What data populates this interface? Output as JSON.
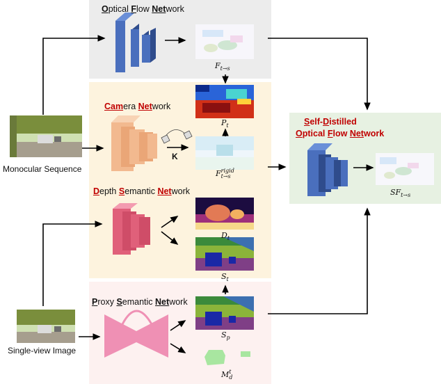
{
  "optical_flow": {
    "title_letters": [
      "O",
      "ptical ",
      "F",
      "low ",
      "Net",
      "work"
    ],
    "label_main": "F",
    "label_sub": "t→s"
  },
  "camera": {
    "title_letters": [
      "Cam",
      "era ",
      "Net",
      "work"
    ],
    "k_label": "K"
  },
  "depth": {
    "title_letters": [
      "D",
      "epth ",
      "S",
      "emantic ",
      "Net",
      "work"
    ]
  },
  "proxy": {
    "title_letters": [
      "P",
      "roxy ",
      "S",
      "emantic ",
      "Net",
      "work"
    ]
  },
  "self_distilled": {
    "title_line1": [
      "S",
      "elf-",
      "D",
      "istilled"
    ],
    "title_line2": [
      "O",
      "ptical ",
      "F",
      "low ",
      "Net",
      "work"
    ],
    "label_main": "SF",
    "label_sub": "t→s"
  },
  "inputs": {
    "monocular": "Monocular Sequence",
    "single_view": "Single-view Image"
  },
  "outputs": {
    "pt": {
      "main": "P",
      "sub": "t"
    },
    "frigid": {
      "main": "F",
      "sup": "rigid",
      "sub": "t→s"
    },
    "dt": {
      "main": "D",
      "sub": "t"
    },
    "st": {
      "main": "S",
      "sub": "t"
    },
    "sp": {
      "main": "S",
      "sub": "p"
    },
    "md": {
      "main": "M",
      "sup": "t",
      "sub": "d"
    }
  },
  "colors": {
    "flow_panel": "#ececec",
    "cam_depth_panel": "#fdf3de",
    "proxy_panel": "#fdf1f0",
    "self_panel": "#e7f1e2",
    "block_blue": "#3d5fa8",
    "block_orange": "#f2b98f",
    "block_red": "#e0607a",
    "bowtie_pink": "#ef90b4",
    "accent_red": "#c00000"
  }
}
